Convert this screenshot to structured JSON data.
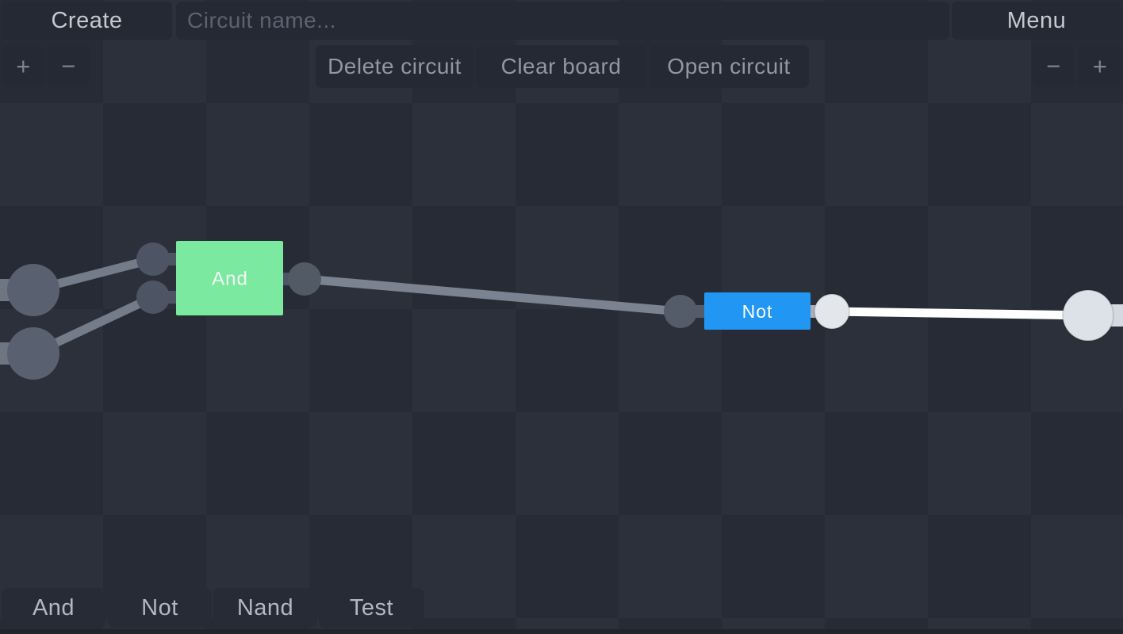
{
  "topbar": {
    "create_label": "Create",
    "circuit_name_placeholder": "Circuit name...",
    "menu_label": "Menu"
  },
  "toolbar": {
    "delete_label": "Delete circuit",
    "clear_label": "Clear board",
    "open_label": "Open circuit"
  },
  "zoom_controls": {
    "plus": "+",
    "minus": "−"
  },
  "palette": {
    "items": [
      "And",
      "Not",
      "Nand",
      "Test"
    ]
  },
  "canvas": {
    "gates": [
      {
        "label": "And",
        "color": "#7ce9a1",
        "text_color": "#f2f7f3"
      },
      {
        "label": "Not",
        "color": "#2196f3",
        "text_color": "#ffffff"
      }
    ],
    "wires": {
      "off_color": "#7b8390",
      "on_color": "#ffffff"
    },
    "nodes": {
      "off_color": "#515967",
      "on_color": "#e3e6eb"
    }
  }
}
